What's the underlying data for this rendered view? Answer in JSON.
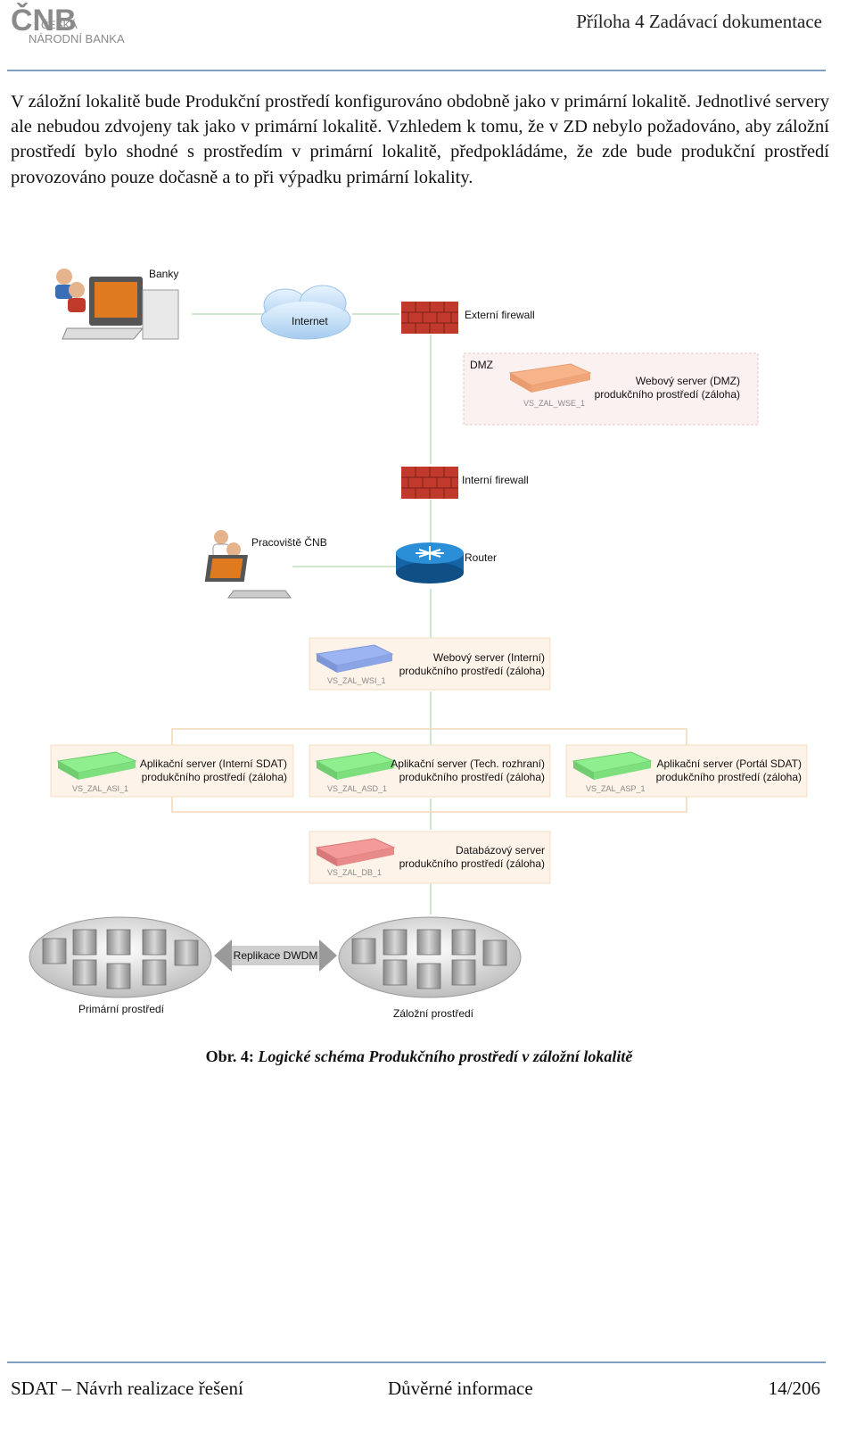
{
  "header": {
    "logo_text_main": "ČNB",
    "logo_text_line1": "ČESKÁ",
    "logo_text_line2": "NÁRODNÍ BANKA",
    "title": "Příloha 4 Zadávací dokumentace"
  },
  "body": {
    "paragraph": "V záložní lokalitě bude Produkční prostředí konfigurováno obdobně jako v primární lokalitě. Jednotlivé servery ale nebudou zdvojeny tak jako v primární lokalitě. Vzhledem k tomu, že v ZD nebylo požadováno, aby záložní prostředí bylo shodné s prostředím v primární lokalitě, předpokládáme, že zde bude produkční prostředí provozováno pouze dočasně a to při výpadku primární lokality."
  },
  "diagram": {
    "banky": "Banky",
    "internet": "Internet",
    "ext_firewall": "Externí firewall",
    "dmz": "DMZ",
    "dmz_server_id": "VS_ZAL_WSE_1",
    "dmz_server_l1": "Webový server (DMZ)",
    "dmz_server_l2": "produkčního prostředí (záloha)",
    "int_firewall": "Interní firewall",
    "pracoviste": "Pracoviště ČNB",
    "router": "Router",
    "wsi_id": "VS_ZAL_WSI_1",
    "wsi_l1": "Webový server (Interní)",
    "wsi_l2": "produkčního prostředí (záloha)",
    "asi_id": "VS_ZAL_ASI_1",
    "asi_l1": "Aplikační server (Interní SDAT)",
    "asi_l2": "produkčního prostředí (záloha)",
    "asd_id": "VS_ZAL_ASD_1",
    "asd_l1": "Aplikační server (Tech. rozhraní)",
    "asd_l2": "produkčního prostředí (záloha)",
    "asp_id": "VS_ZAL_ASP_1",
    "asp_l1": "Aplikační server (Portál SDAT)",
    "asp_l2": "produkčního prostředí (záloha)",
    "db_id": "VS_ZAL_DB_1",
    "db_l1": "Databázový server",
    "db_l2": "produkčního prostředí (záloha)",
    "replikace": "Replikace DWDM",
    "primarni": "Primární prostředí",
    "zalozni": "Záložní prostředí"
  },
  "caption": {
    "prefix": "Obr. 4: ",
    "text": "Logické schéma Produkčního prostředí v záložní lokalitě"
  },
  "footer": {
    "left": "SDAT – Návrh realizace řešení",
    "center": "Důvěrné informace",
    "right": "14/206"
  },
  "colors": {
    "rule": "#7f9fc3",
    "firewall": "#c0392b",
    "router": "#1a7fc2",
    "server_dmz": "#f7b48a",
    "server_web": "#9db4f2",
    "server_app": "#8fef8f",
    "server_db": "#f59a9a"
  }
}
